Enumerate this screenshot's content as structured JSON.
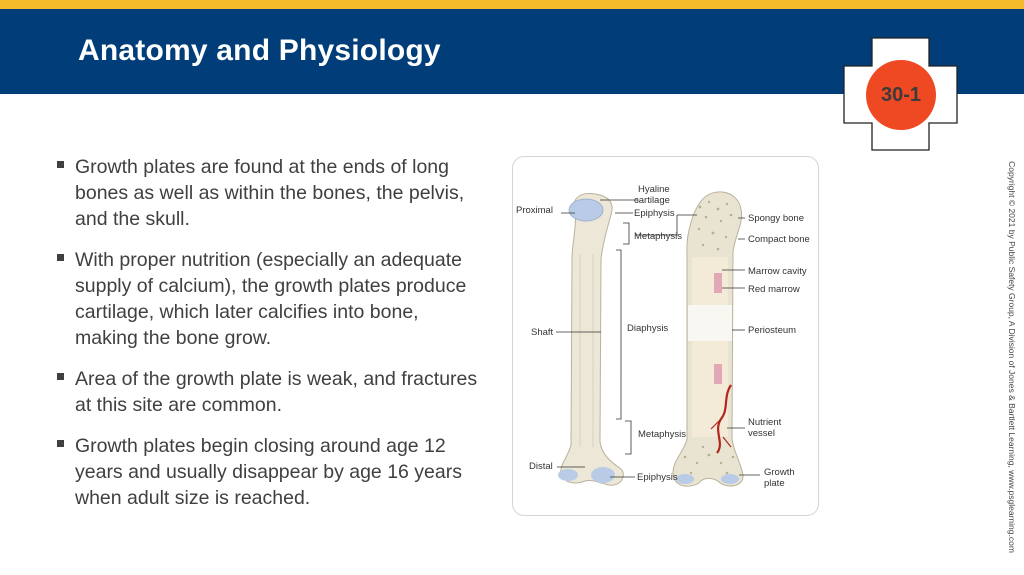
{
  "slide": {
    "title": "Anatomy and Physiology",
    "badge": "30-1",
    "bullets": [
      "Growth plates are found at the ends of long bones as well as within the bones, the pelvis, and the skull.",
      "With proper nutrition (especially an adequate supply of calcium), the growth plates produce cartilage, which later calcifies into bone, making the bone grow.",
      "Area of the growth plate is weak, and fractures at this site are common.",
      "Growth plates begin closing around age 12 years and usually disappear by age 16 years when adult size is reached."
    ],
    "copyright": "Copyright © 2021 by Public Safety Group, A Division of Jones & Bartlett Learning, www.psglearning.com",
    "colors": {
      "header": "#003d79",
      "accent_bar": "#f5b92c",
      "badge": "#ef4923"
    }
  },
  "figure": {
    "labels": {
      "hyaline_1": "Hyaline",
      "hyaline_2": "cartilage",
      "proximal": "Proximal",
      "epiphysis_top": "Epiphysis",
      "metaphysis_top": "Metaphysis",
      "diaphysis": "Diaphysis",
      "shaft": "Shaft",
      "metaphysis_bottom": "Metaphysis",
      "distal": "Distal",
      "epiphysis_bottom": "Epiphysis",
      "spongy_bone": "Spongy bone",
      "compact_bone": "Compact bone",
      "marrow_cavity": "Marrow cavity",
      "red_marrow": "Red marrow",
      "periosteum": "Periosteum",
      "nutrient_1": "Nutrient",
      "nutrient_2": "vessel",
      "growth_1": "Growth",
      "growth_2": "plate"
    }
  }
}
